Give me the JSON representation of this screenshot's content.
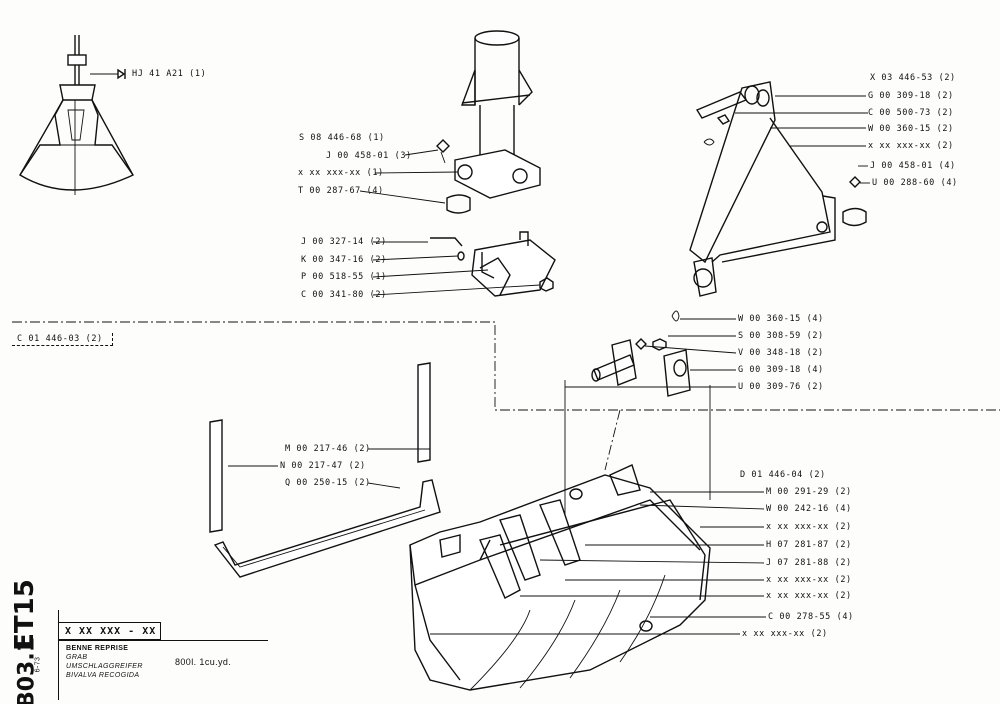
{
  "document": {
    "sheet_code": "ET15",
    "sheet_number": "B03.1",
    "date": "6-73",
    "part_code": "X XX XXX - XX",
    "titles": [
      "BENNE REPRISE",
      "GRAB",
      "UMSCHLAGGREIFER",
      "BIVALVA RECOGIDA"
    ],
    "capacity": "800l.  1cu.yd."
  },
  "callouts": {
    "hj": "HJ 41 A21 (1)",
    "s08": "S 08 446-68  (1)",
    "j458a": "J 00 458-01  (3)",
    "xxa": "x  xx  xxx-xx  (1)",
    "t287": "T 00 287-67  (4)",
    "j327": "J 00 327-14  (2)",
    "k347": "K 00 347-16  (2)",
    "p518": "P 00 518-55  (1)",
    "c341": "C 00 341-80  (2)",
    "c01": "C 01  446-03  (2)",
    "x03": "X 03  446-53  (2)",
    "g309a": "G 00  309-18  (2)",
    "c500": "C 00  500-73  (2)",
    "w360a": "W 00  360-15  (2)",
    "xxb": "x  xx  xxx-xx  (2)",
    "j458b": "J 00  458-01  (4)",
    "u288": "U 00  288-60  (4)",
    "w360b": "W 00  360-15  (4)",
    "s308": "S 00  308-59  (2)",
    "v348": "V 00  348-18  (2)",
    "g309b": "G 00  309-18  (4)",
    "u309": "U 00  309-76  (2)",
    "m217": "M 00  217-46  (2)",
    "n217": "N 00  217-47  (2)",
    "q250": "Q 00  250-15  (2)",
    "d01": "D 01  446-04  (2)",
    "m291": "M 00  291-29  (2)",
    "w242": "W 00  242-16  (4)",
    "xxc": "x  xx  xxx-xx  (2)",
    "h07": "H 07  281-87  (2)",
    "j07": "J 07  281-88  (2)",
    "xxd": "x  xx  xxx-xx  (2)",
    "xxe": "x  xx  xxx-xx  (2)",
    "c278": "C 00  278-55  (4)",
    "xxf": "x  xx  xxx-xx  (2)"
  }
}
